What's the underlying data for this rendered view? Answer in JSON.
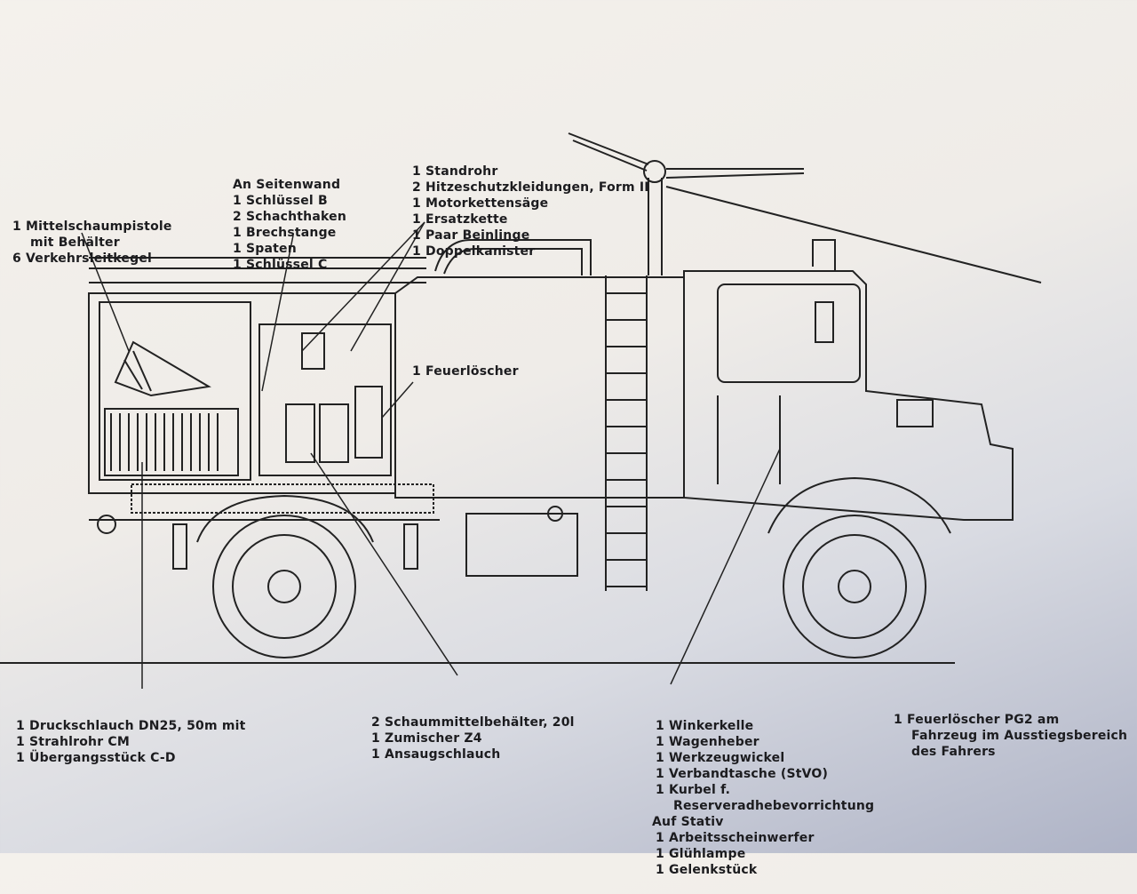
{
  "labels": {
    "left_top": [
      "1 Mittelschaumpistole",
      "mit Behälter",
      "6 Verkehrsleitkegel"
    ],
    "side_wall": [
      "An Seitenwand",
      "1 Schlüssel B",
      "2 Schachthaken",
      "1 Brechstange",
      "1 Spaten",
      "1 Schlüssel C"
    ],
    "roof": [
      "1 Standrohr",
      "2 Hitzeschutzkleidungen, Form II",
      "1 Motorkettensäge",
      "1 Ersatzkette",
      "1 Paar Beinlinge",
      "1 Doppelkanister"
    ],
    "extinguisher": "1 Feuerlöscher",
    "hose": [
      "1 Druckschlauch DN25, 50m mit",
      "1 Strahlrohr CM",
      "1 Übergangsstück C-D"
    ],
    "foam": [
      "2 Schaummittelbehälter, 20l",
      "1 Zumischer Z4",
      "1 Ansaugschlauch"
    ],
    "cab_items": [
      "1 Winkerkelle",
      "1 Wagenheber",
      "1 Werkzeugwickel",
      "1 Verbandtasche (StVO)",
      "1 Kurbel f.",
      "Reserveradhebevorrichtung",
      "Auf Stativ",
      "1 Arbeitsscheinwerfer",
      "1 Glühlampe",
      "1 Gelenkstück"
    ],
    "pg2": [
      "1 Feuerlöscher PG2 am",
      "Fahrzeug im Ausstiegsbereich",
      "des Fahrers"
    ]
  }
}
